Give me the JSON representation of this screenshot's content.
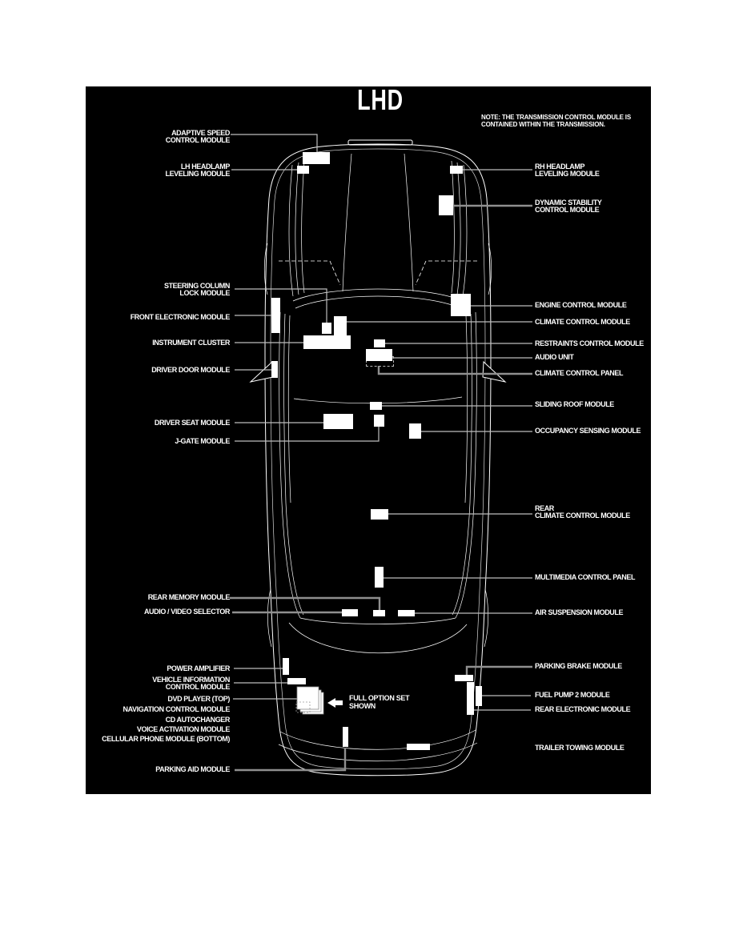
{
  "page": {
    "title": "LHD",
    "note": "NOTE: THE TRANSMISSION CONTROL MODULE IS\nCONTAINED WITHIN THE TRANSMISSION."
  },
  "callout": {
    "full_option_set": "FULL OPTION SET\nSHOWN"
  },
  "colors": {
    "page_background": "#ffffff",
    "panel_background": "#000000",
    "module_box": "#ffffff",
    "leader_line": "#bdbdbd",
    "leader_line_thick": "#8f8f8f",
    "text": "#ffffff"
  },
  "labels": {
    "left": [
      {
        "id": "adaptive-speed-control-module",
        "label": "ADAPTIVE SPEED\nCONTROL MODULE"
      },
      {
        "id": "lh-headlamp-leveling-module",
        "label": "LH HEADLAMP\nLEVELING MODULE"
      },
      {
        "id": "steering-column-lock-module",
        "label": "STEERING COLUMN\nLOCK MODULE"
      },
      {
        "id": "front-electronic-module",
        "label": "FRONT ELECTRONIC MODULE"
      },
      {
        "id": "instrument-cluster",
        "label": "INSTRUMENT CLUSTER"
      },
      {
        "id": "driver-door-module",
        "label": "DRIVER DOOR MODULE"
      },
      {
        "id": "driver-seat-module",
        "label": "DRIVER SEAT MODULE"
      },
      {
        "id": "j-gate-module",
        "label": "J-GATE MODULE"
      },
      {
        "id": "rear-memory-module",
        "label": "REAR MEMORY MODULE"
      },
      {
        "id": "audio-video-selector",
        "label": "AUDIO / VIDEO SELECTOR"
      },
      {
        "id": "power-amplifier",
        "label": "POWER AMPLIFIER"
      },
      {
        "id": "vehicle-information-control-module",
        "label": "VEHICLE INFORMATION\nCONTROL MODULE"
      },
      {
        "id": "dvd-player-top",
        "label": "DVD PLAYER (TOP)"
      },
      {
        "id": "navigation-control-module",
        "label": "NAVIGATION CONTROL MODULE"
      },
      {
        "id": "cd-autochanger",
        "label": "CD AUTOCHANGER"
      },
      {
        "id": "voice-activation-module",
        "label": "VOICE ACTIVATION MODULE"
      },
      {
        "id": "cellular-phone-module-bottom",
        "label": "CELLULAR PHONE MODULE (BOTTOM)"
      },
      {
        "id": "parking-aid-module",
        "label": "PARKING AID MODULE"
      }
    ],
    "right": [
      {
        "id": "rh-headlamp-leveling-module",
        "label": "RH HEADLAMP\nLEVELING MODULE"
      },
      {
        "id": "dynamic-stability-control-module",
        "label": "DYNAMIC STABILITY\nCONTROL MODULE"
      },
      {
        "id": "engine-control-module",
        "label": "ENGINE CONTROL MODULE"
      },
      {
        "id": "climate-control-module",
        "label": "CLIMATE CONTROL MODULE"
      },
      {
        "id": "restraints-control-module",
        "label": "RESTRAINTS CONTROL MODULE"
      },
      {
        "id": "audio-unit",
        "label": "AUDIO UNIT"
      },
      {
        "id": "climate-control-panel",
        "label": "CLIMATE CONTROL PANEL"
      },
      {
        "id": "sliding-roof-module",
        "label": "SLIDING ROOF MODULE"
      },
      {
        "id": "occupancy-sensing-module",
        "label": "OCCUPANCY SENSING MODULE"
      },
      {
        "id": "rear-climate-control-module",
        "label": "REAR\nCLIMATE CONTROL MODULE"
      },
      {
        "id": "multimedia-control-panel",
        "label": "MULTIMEDIA CONTROL PANEL"
      },
      {
        "id": "air-suspension-module",
        "label": "AIR SUSPENSION MODULE"
      },
      {
        "id": "parking-brake-module",
        "label": "PARKING BRAKE MODULE"
      },
      {
        "id": "fuel-pump-2-module",
        "label": "FUEL PUMP 2 MODULE"
      },
      {
        "id": "rear-electronic-module",
        "label": "REAR ELECTRONIC MODULE"
      },
      {
        "id": "trailer-towing-module",
        "label": "TRAILER TOWING MODULE"
      }
    ]
  }
}
